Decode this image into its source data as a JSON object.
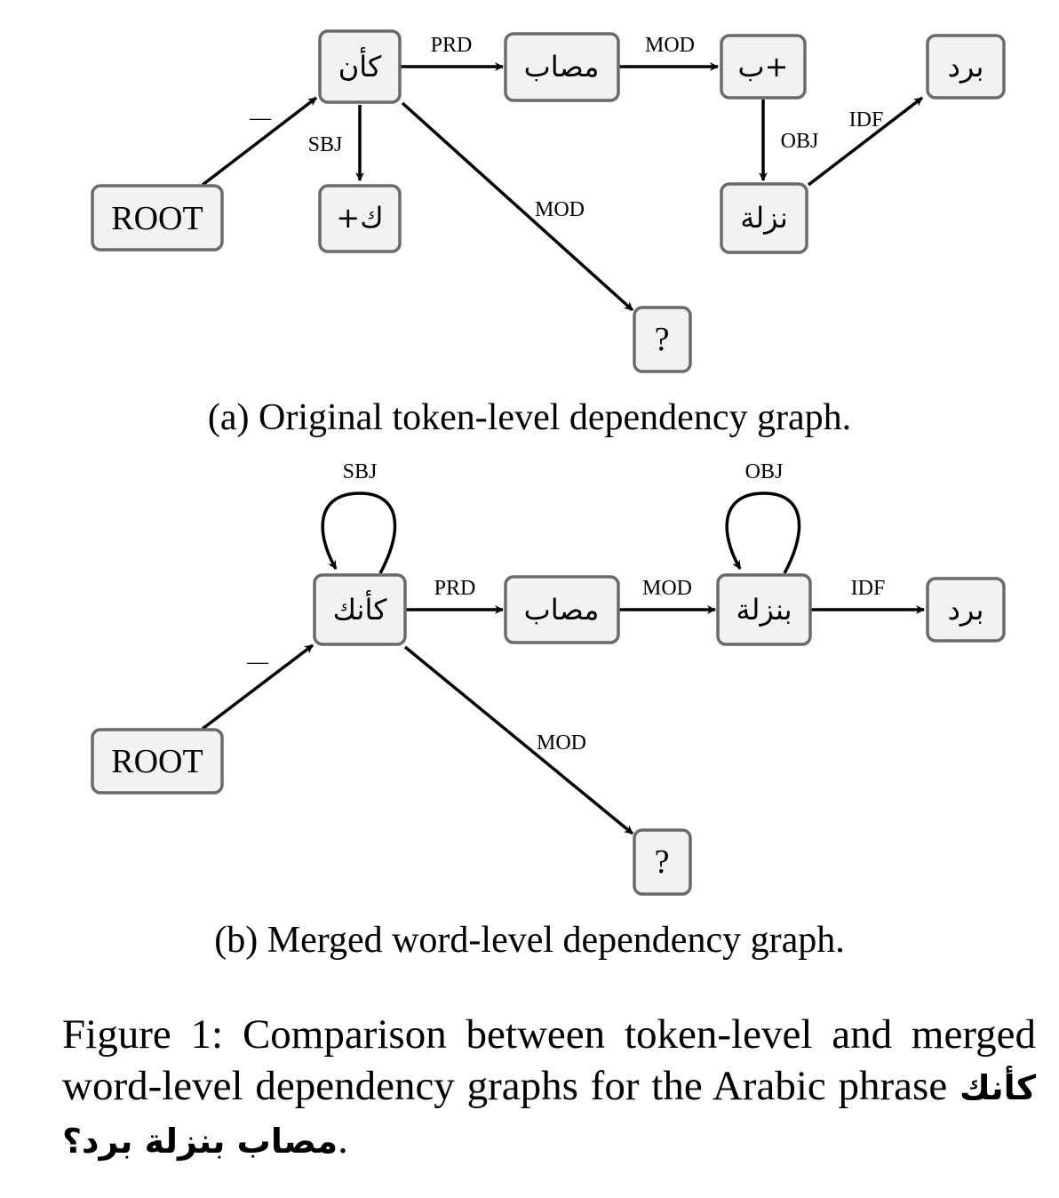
{
  "graph_a": {
    "nodes": {
      "root": "ROOT",
      "kan": "كأن",
      "ka_clitic": "+ك",
      "musab": "مصاب",
      "bi": "ب+",
      "nazla": "نزلة",
      "bard": "برد",
      "qmark": "?"
    },
    "edges": {
      "root_kan": "—",
      "kan_ka": "SBJ",
      "kan_musab": "PRD",
      "musab_bi": "MOD",
      "kan_qmark": "MOD",
      "bi_nazla": "OBJ",
      "nazla_bard": "IDF"
    },
    "caption": "(a) Original token-level dependency graph."
  },
  "graph_b": {
    "nodes": {
      "root": "ROOT",
      "kaannaka": "كأنك",
      "musab": "مصاب",
      "binazla": "بنزلة",
      "bard": "برد",
      "qmark": "?"
    },
    "edges": {
      "root_kaannaka": "—",
      "self_sbj": "SBJ",
      "kaannaka_musab": "PRD",
      "musab_binazla": "MOD",
      "self_obj": "OBJ",
      "binazla_bard": "IDF",
      "kaannaka_qmark": "MOD"
    },
    "caption": "(b) Merged word-level dependency graph."
  },
  "figure_caption": {
    "text": "Figure 1: Comparison between token-level and merged word-level dependency graphs for the Arabic phrase",
    "arabic_phrase": "كأنك مصاب بنزلة برد؟",
    "period": "."
  }
}
